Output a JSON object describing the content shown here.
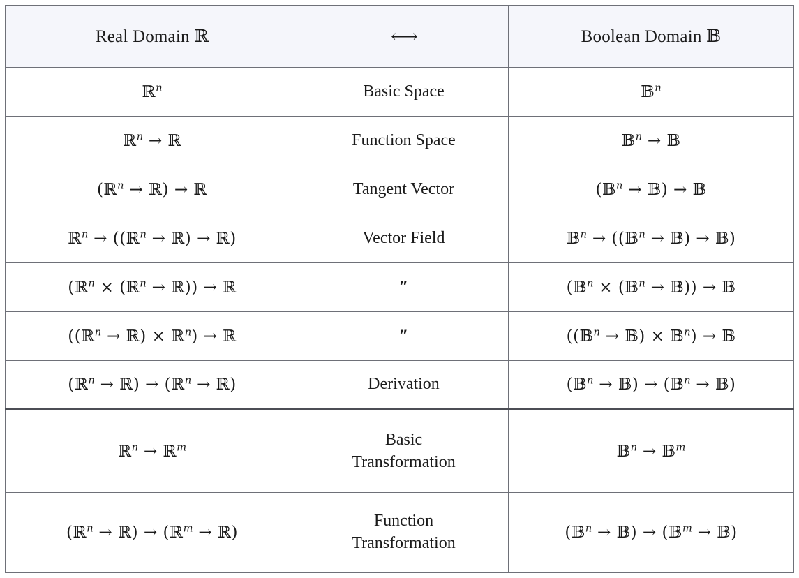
{
  "table": {
    "header": {
      "real": "Real Domain ℝ",
      "middle": "⟷",
      "boolean": "Boolean Domain 𝔹"
    },
    "rows": [
      {
        "label": "Basic Space",
        "real": "ℝⁿ",
        "boolean": "𝔹ⁿ",
        "real_parts": {
          "base": "ℝ",
          "sup": "n"
        },
        "boolean_parts": {
          "base": "𝔹",
          "sup": "n"
        },
        "group_break": false,
        "tall": false
      },
      {
        "label": "Function Space",
        "real": "ℝⁿ → ℝ",
        "boolean": "𝔹ⁿ → 𝔹",
        "group_break": false,
        "tall": false
      },
      {
        "label": "Tangent Vector",
        "real": "(ℝⁿ → ℝ) → ℝ",
        "boolean": "(𝔹ⁿ → 𝔹) → 𝔹",
        "group_break": false,
        "tall": false
      },
      {
        "label": "Vector Field",
        "real": "ℝⁿ → ((ℝⁿ → ℝ) → ℝ)",
        "boolean": "𝔹ⁿ → ((𝔹ⁿ → 𝔹) → 𝔹)",
        "group_break": false,
        "tall": false
      },
      {
        "label": "″",
        "label_is_ditto": true,
        "real": "(ℝⁿ × (ℝⁿ → ℝ)) → ℝ",
        "boolean": "(𝔹ⁿ × (𝔹ⁿ → 𝔹)) → 𝔹",
        "group_break": false,
        "tall": false
      },
      {
        "label": "″",
        "label_is_ditto": true,
        "real": "((ℝⁿ → ℝ) × ℝⁿ) → ℝ",
        "boolean": "((𝔹ⁿ → 𝔹) × 𝔹ⁿ) → 𝔹",
        "group_break": false,
        "tall": false
      },
      {
        "label": "Derivation",
        "real": "(ℝⁿ → ℝ) → (ℝⁿ → ℝ)",
        "boolean": "(𝔹ⁿ → 𝔹) → (𝔹ⁿ → 𝔹)",
        "group_break": false,
        "tall": false
      },
      {
        "label": "Basic\nTransformation",
        "real": "ℝⁿ → ℝᵐ",
        "boolean": "𝔹ⁿ → 𝔹ᵐ",
        "group_break": true,
        "tall": true
      },
      {
        "label": "Function\nTransformation",
        "real": "(ℝⁿ → ℝ) → (ℝᵐ → ℝ)",
        "boolean": "(𝔹ⁿ → 𝔹) → (𝔹ᵐ → 𝔹)",
        "group_break": false,
        "tall": true
      }
    ]
  },
  "style": {
    "header_background": "#f5f6fb",
    "border_color": "#6e7078",
    "group_break_color": "#4c4e55",
    "text_color": "#1b1b1b",
    "page_background": "#ffffff"
  }
}
